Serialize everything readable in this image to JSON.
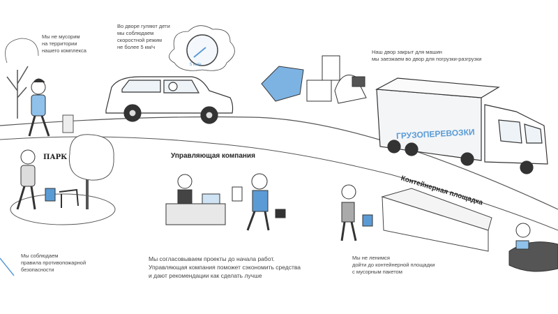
{
  "captions": {
    "no_litter": [
      "Мы не мусорим",
      "на территории",
      "нашего комплекса"
    ],
    "speed": [
      "Во дворе гуляют дети",
      "мы соблюдаем",
      "скоростной режим",
      "не более 5 км/ч"
    ],
    "yard_closed": [
      "Наш двор закрыт для машин",
      "мы заезжаем во двор для погрузки-разгрузки"
    ],
    "fire_safety": [
      "Мы соблюдаем",
      "правила противопожарной",
      "безопасности"
    ],
    "management": [
      "Мы согласовываем проекты до начала работ.",
      "Управляющая компания поможет сэкономить средства",
      "и дают рекомендации как сделать лучше"
    ],
    "container": [
      "Мы не ленимся",
      "дойти до контейнерной площадки",
      "с мусорным пакетом"
    ]
  },
  "labels": {
    "truck": "ГРУЗОПЕРЕВОЗКИ",
    "park": "ПАРК",
    "management_company": "Управляющая компания",
    "container_site": "Контейнерная площадка",
    "speedometer": "5 км/ч"
  },
  "colors": {
    "accent": "#5b9bd5",
    "line": "#333333",
    "shirt": "#8fc1ea"
  }
}
